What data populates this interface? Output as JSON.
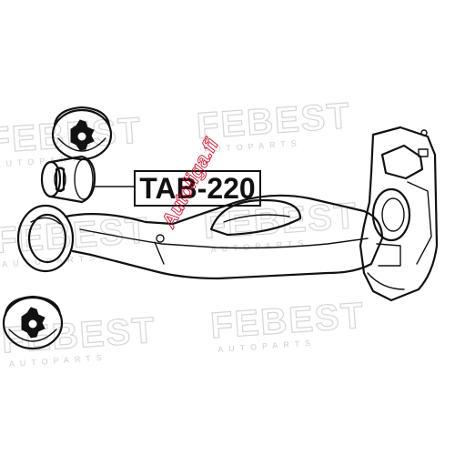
{
  "part_number": "TAB-220",
  "watermark": {
    "brand": "FEBEST",
    "tagline": "AUTOPARTS",
    "site": "Autoliga.fi"
  },
  "colors": {
    "ink": "#111111",
    "watermark": "#d6d6d6",
    "site_watermark": "#c8102e"
  }
}
